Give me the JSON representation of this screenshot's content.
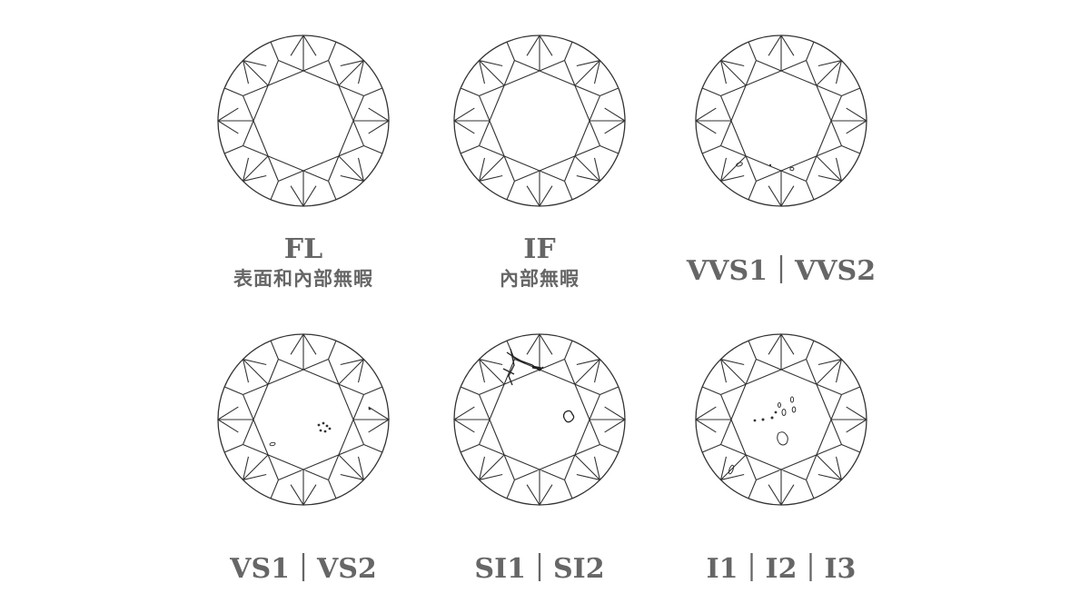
{
  "colors": {
    "outline": "#333333",
    "caption_text": "#666666",
    "background": "#ffffff"
  },
  "items": [
    {
      "grade": "FL",
      "description": "表面和內部無暇",
      "inclusions": "none"
    },
    {
      "grade": "IF",
      "description": "內部無暇",
      "inclusions": "none"
    },
    {
      "grade": "VVS1｜VVS2",
      "description": "",
      "inclusions": "very-very-slight"
    },
    {
      "grade": "VS1｜VS2",
      "description": "",
      "inclusions": "very-slight"
    },
    {
      "grade": "SI1｜SI2",
      "description": "",
      "inclusions": "slight"
    },
    {
      "grade": "I1｜I2｜I3",
      "description": "",
      "inclusions": "included"
    }
  ]
}
